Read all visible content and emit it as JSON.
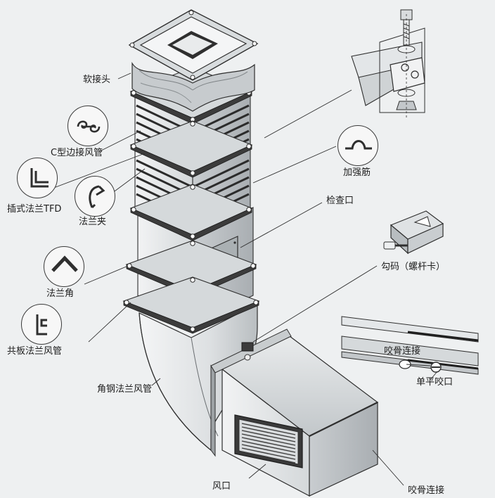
{
  "labels": {
    "soft_joint": "软接头",
    "c_duct": "C型边接风管",
    "plug_tfd": "插式法兰TFD",
    "flange_clip": "法兰夹",
    "flange_angle": "法兰角",
    "shared_flange": "共板法兰风管",
    "angle_steel": "角钢法兰风管",
    "rib": "加强筋",
    "inspection": "检查口",
    "hook": "勾码（螺杆卡）",
    "bite_joint": "咬骨连接",
    "single_seam": "单平咬口",
    "outlet": "风口",
    "bite_joint_bottom": "咬骨连接"
  },
  "colors": {
    "line": "#2f2f2f",
    "face_light": "#e6e8e9",
    "face_mid": "#cfd3d5",
    "face_dark": "#b3b8bb",
    "steel_dark": "#3c3c3c",
    "background": "#eef0f1"
  },
  "icons": {
    "c_duct": "c-seam-icon",
    "plug_tfd": "plug-flange-icon",
    "flange_clip": "flange-clip-icon",
    "flange_angle": "flange-angle-icon",
    "shared_flange": "shared-flange-icon",
    "rib": "rib-icon"
  }
}
